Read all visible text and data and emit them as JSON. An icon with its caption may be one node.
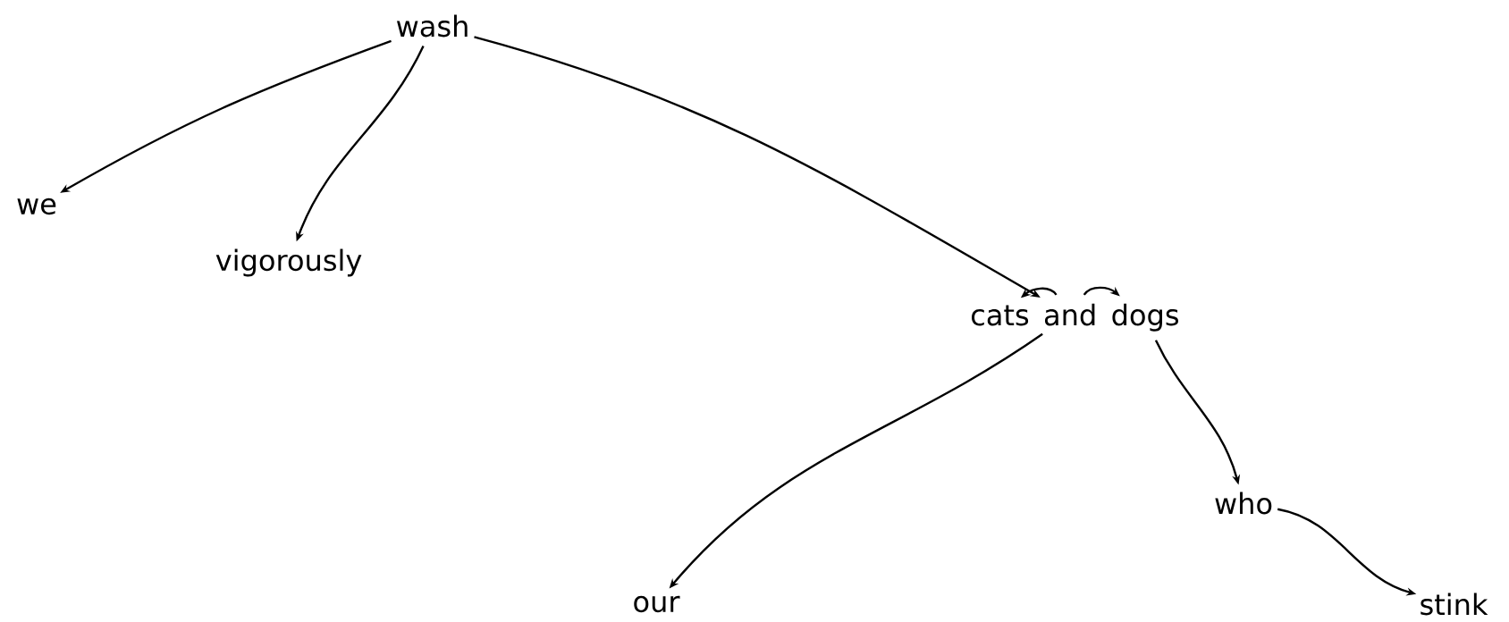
{
  "diagram": {
    "nodes": [
      {
        "text": [
          "wash"
        ]
      },
      {
        "text": [
          "we"
        ]
      },
      {
        "text": [
          "vigorously"
        ]
      },
      {
        "text": [
          "cats"
        ]
      },
      {
        "text": [
          "and"
        ]
      },
      {
        "text": [
          "dogs"
        ]
      },
      {
        "text": [
          "our"
        ]
      },
      {
        "text": [
          "who"
        ]
      },
      {
        "text": [
          "stink"
        ]
      }
    ],
    "edges": [
      {
        "from": 0,
        "to": 1,
        "arrow": "to"
      },
      {
        "from": 0,
        "to": 2,
        "arrow": "to"
      },
      {
        "from": 0,
        "to": 4,
        "arrow": "to"
      },
      {
        "from": 4,
        "to": 3,
        "arrow": "to"
      },
      {
        "from": 4,
        "to": 5,
        "arrow": "to"
      },
      {
        "from": 4,
        "to": 6,
        "arrow": "to"
      },
      {
        "from": 5,
        "to": 7,
        "arrow": "to"
      },
      {
        "from": 7,
        "to": 8,
        "arrow": "to"
      }
    ]
  }
}
